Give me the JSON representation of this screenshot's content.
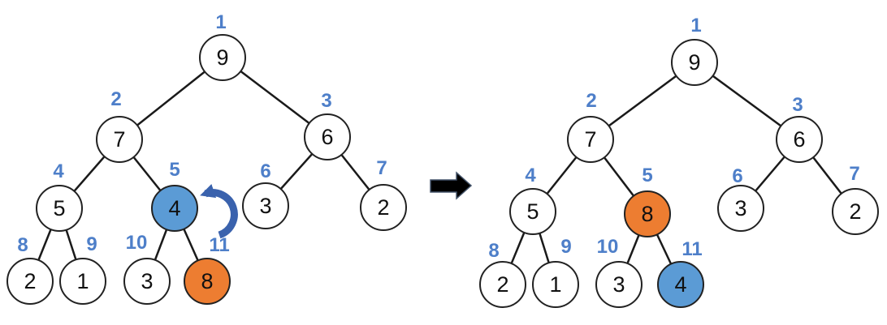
{
  "colors": {
    "node_highlight_blue": "#5B9BD5",
    "node_highlight_orange": "#ED7D31",
    "index_label_blue": "#4E7FC9",
    "swap_arrow_blue": "#3A62AD",
    "transform_arrow_fill": "#000000",
    "node_border": "#222222"
  },
  "icons": {
    "swap_arrow": "curved-counterclockwise-swap-arrow",
    "transform_arrow": "right-block-arrow"
  },
  "trees": {
    "left": {
      "nodes": [
        {
          "index": "1",
          "value": "9",
          "highlight": "none"
        },
        {
          "index": "2",
          "value": "7",
          "highlight": "none"
        },
        {
          "index": "3",
          "value": "6",
          "highlight": "none"
        },
        {
          "index": "4",
          "value": "5",
          "highlight": "none"
        },
        {
          "index": "5",
          "value": "4",
          "highlight": "blue"
        },
        {
          "index": "6",
          "value": "3",
          "highlight": "none"
        },
        {
          "index": "7",
          "value": "2",
          "highlight": "none"
        },
        {
          "index": "8",
          "value": "2",
          "highlight": "none"
        },
        {
          "index": "9",
          "value": "1",
          "highlight": "none"
        },
        {
          "index": "10",
          "value": "3",
          "highlight": "none"
        },
        {
          "index": "11",
          "value": "8",
          "highlight": "orange"
        }
      ]
    },
    "right": {
      "nodes": [
        {
          "index": "1",
          "value": "9",
          "highlight": "none"
        },
        {
          "index": "2",
          "value": "7",
          "highlight": "none"
        },
        {
          "index": "3",
          "value": "6",
          "highlight": "none"
        },
        {
          "index": "4",
          "value": "5",
          "highlight": "none"
        },
        {
          "index": "5",
          "value": "8",
          "highlight": "orange"
        },
        {
          "index": "6",
          "value": "3",
          "highlight": "none"
        },
        {
          "index": "7",
          "value": "2",
          "highlight": "none"
        },
        {
          "index": "8",
          "value": "2",
          "highlight": "none"
        },
        {
          "index": "9",
          "value": "1",
          "highlight": "none"
        },
        {
          "index": "10",
          "value": "3",
          "highlight": "none"
        },
        {
          "index": "11",
          "value": "4",
          "highlight": "blue"
        }
      ]
    }
  }
}
